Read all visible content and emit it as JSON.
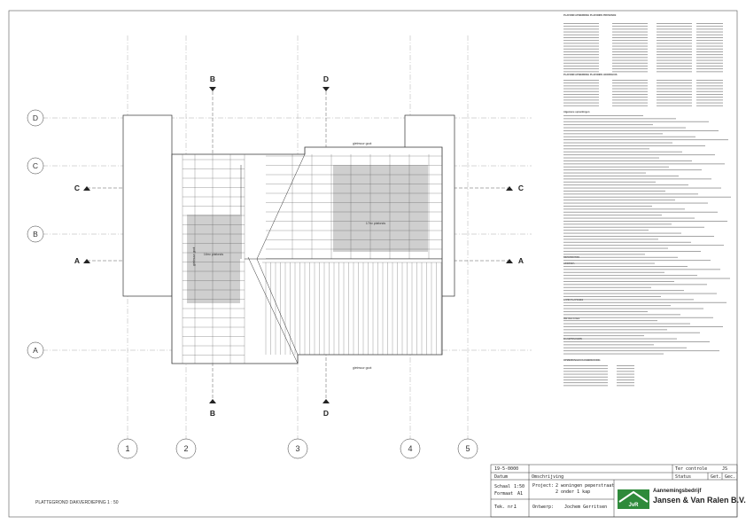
{
  "drawing": {
    "grid_numbers": [
      "1",
      "2",
      "3",
      "4",
      "5"
    ],
    "grid_letters": [
      "D",
      "C",
      "B",
      "A"
    ],
    "section_marks": {
      "b": "B",
      "d": "D",
      "c": "C",
      "a": "A"
    },
    "room_left": "16m²\nplafonds",
    "room_right": "17m²\nplafonds",
    "gutter_labels": [
      "gietmuur goot",
      "gietmuur goot",
      "gietmuur goot"
    ],
    "side_label": "gietmuur goot",
    "plan_title": "PLATTEGROND DAKVERDIEPING 1 : 50"
  },
  "spec": {
    "title1": "PLAFOND AFWERKING PLAFONDS PROVENCE",
    "title2": "PLAFOND AFWERKING PLAFONDS HOOFDHUIS",
    "title3": "Algemene opmerkingen",
    "h_ref": "REFERENTIES",
    "h_leg": "LEGENDA",
    "h_lat": "LATEI PLAFONDS",
    "h_inst": "INSTALLATIES",
    "h_dak": "DAKOPENINGEN",
    "h_ref2": "OPMERKINGEN DAKBEDEKKING"
  },
  "titleblock": {
    "date": "19-5-0000",
    "datum_label": "Datum",
    "omschrijving_label": "Omschrijving",
    "ter_controle_label": "Ter controle",
    "ter_controle_value": "JS",
    "status_label": "Status",
    "get_label": "Get.",
    "gec_label": "Gec.",
    "schaal_label": "Schaal",
    "schaal_value": "1:50",
    "formaat_label": "Formaat",
    "formaat_value": "A1",
    "project_label": "Project:",
    "project_value1": "2 woningen peperstraat",
    "project_value2": "2 onder 1 kap",
    "tek_label": "Tek. nr.",
    "tek_value": "1",
    "ontwerp_label": "Ontwerp:",
    "ontwerp_value": "Jochem Gerritsen",
    "company_line1": "Aannemingsbedrijf",
    "company_line2": "Jansen & Van Ralen B.V.",
    "logo_text": "JvR"
  },
  "colors": {
    "line": "#333333",
    "grid": "#888888",
    "hatch": "#cfcfcf",
    "logo_green": "#2e8a3a"
  }
}
